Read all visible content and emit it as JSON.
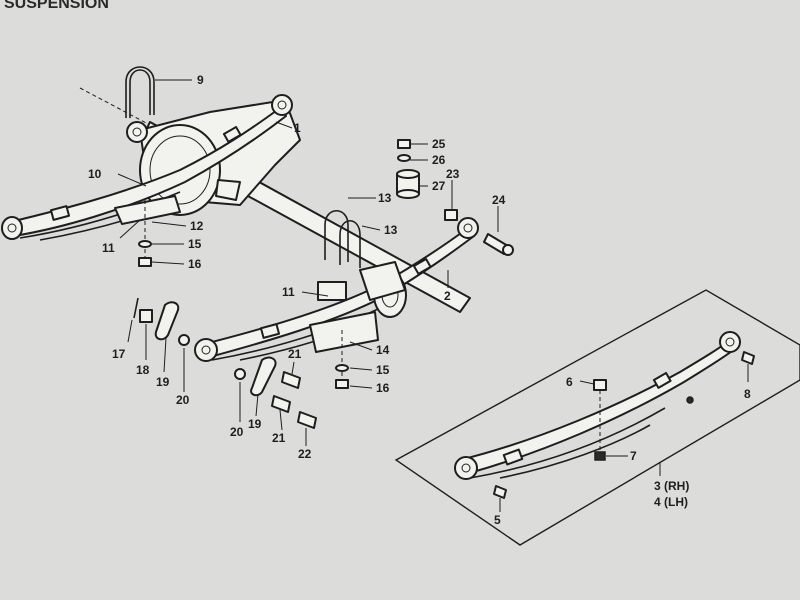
{
  "header": {
    "text": "SUSPENSION"
  },
  "callouts": {
    "c1": "1",
    "c2": "2",
    "c3": "3 (RH)",
    "c4": "4 (LH)",
    "c5": "5",
    "c6": "6",
    "c7": "7",
    "c8": "8",
    "c9": "9",
    "c10": "10",
    "c11a": "11",
    "c11b": "11",
    "c12": "12",
    "c13a": "13",
    "c13b": "13",
    "c14": "14",
    "c15a": "15",
    "c15b": "15",
    "c16a": "16",
    "c16b": "16",
    "c17": "17",
    "c18": "18",
    "c19a": "19",
    "c19b": "19",
    "c20a": "20",
    "c20b": "20",
    "c21a": "21",
    "c21b": "21",
    "c22": "22",
    "c23": "23",
    "c24": "24",
    "c25": "25",
    "c26": "26",
    "c27": "27"
  }
}
